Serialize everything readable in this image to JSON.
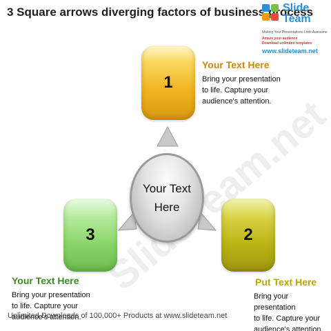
{
  "title": "3 Square arrows diverging factors of business process",
  "logo": {
    "name_line1": "Slide",
    "name_line2": "Team",
    "tagline": "Making Your Presentations Look Awesome",
    "sub1": "Amaze your audience",
    "sub2": "Download unlimited templates",
    "url": "www.slideteam.net"
  },
  "diagram": {
    "center_line1": "Your Text",
    "center_line2": "Here",
    "nodes": [
      {
        "number": "1",
        "heading": "Your Text Here",
        "body_lines": [
          "Bring your presentation",
          "to life. Capture your",
          "audience's attention."
        ],
        "color": "#f0b41f"
      },
      {
        "number": "2",
        "heading": "Put Text Here",
        "body_lines": [
          "Bring your presentation",
          "to life. Capture your",
          "audience's attention."
        ],
        "color": "#bcb417"
      },
      {
        "number": "3",
        "heading": "Your Text Here",
        "body_lines": [
          "Bring your presentation",
          "to life. Capture your",
          "audience's attention."
        ],
        "color": "#8ad56a"
      }
    ]
  },
  "footer": "Unlimited Downloads of 100,000+ Products at www.slideteam.net",
  "watermark": "SlideTeam.net"
}
